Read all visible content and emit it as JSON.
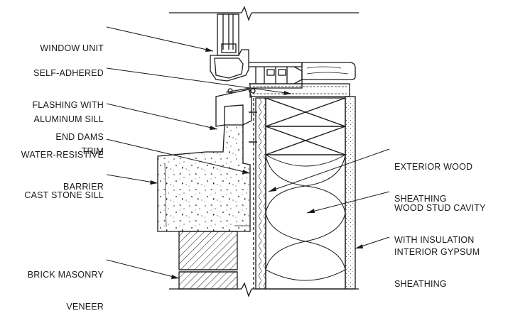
{
  "diagram": {
    "labels_left": [
      {
        "id": "window-unit",
        "lines": [
          "WINDOW UNIT"
        ]
      },
      {
        "id": "flashing",
        "lines": [
          "SELF-ADHERED",
          "FLASHING WITH",
          "END DAMS"
        ]
      },
      {
        "id": "sill-trim",
        "lines": [
          "ALUMINUM SILL",
          "TRIM"
        ]
      },
      {
        "id": "wrb",
        "lines": [
          "WATER-RESISTIVE",
          "BARRIER"
        ]
      },
      {
        "id": "stone-sill",
        "lines": [
          "CAST STONE SILL"
        ]
      },
      {
        "id": "brick",
        "lines": [
          "BRICK MASONRY",
          "VENEER"
        ]
      }
    ],
    "labels_right": [
      {
        "id": "wood-sheathing",
        "lines": [
          "EXTERIOR WOOD",
          "SHEATHING"
        ]
      },
      {
        "id": "stud-cavity",
        "lines": [
          "WOOD STUD CAVITY",
          "WITH INSULATION"
        ]
      },
      {
        "id": "gypsum",
        "lines": [
          "INTERIOR GYPSUM",
          "SHEATHING"
        ]
      }
    ],
    "colors": {
      "line": "#1a1a1a",
      "background": "#ffffff"
    }
  }
}
